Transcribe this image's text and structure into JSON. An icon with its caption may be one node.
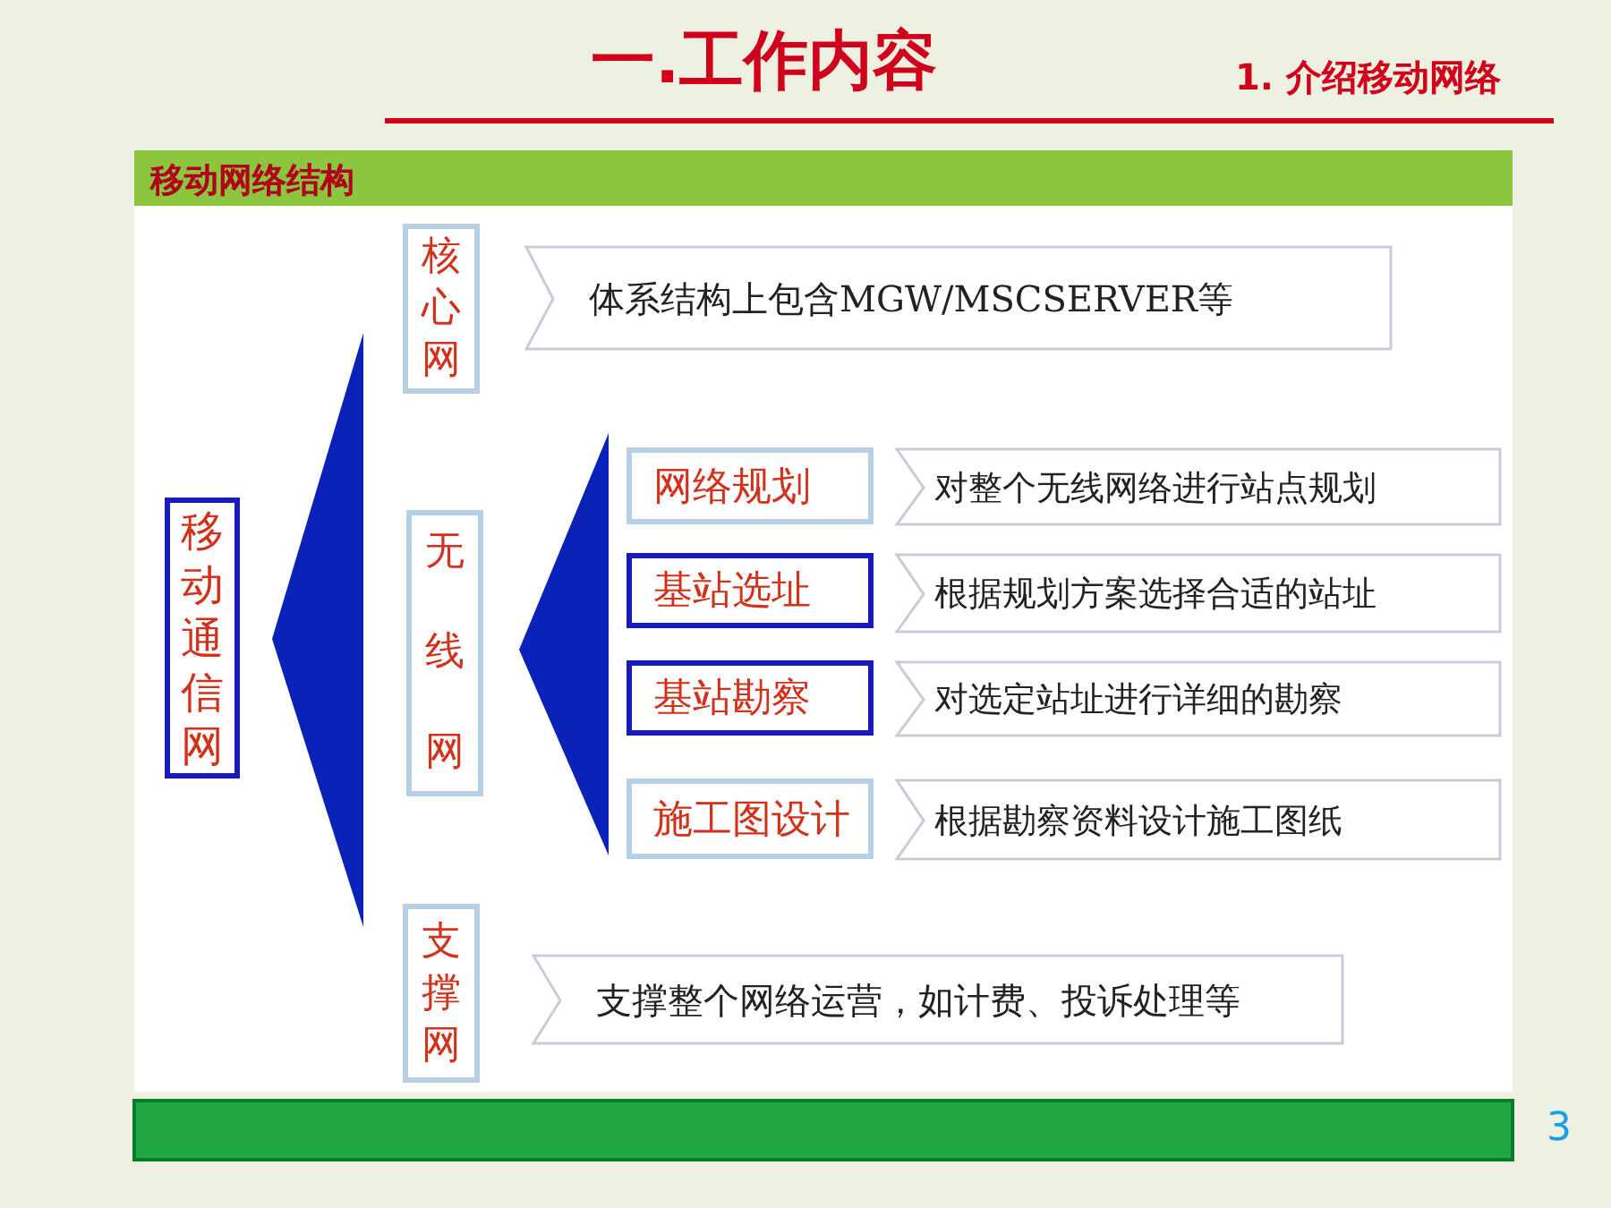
{
  "diagram": {
    "title": "一.工作内容",
    "nodes": [
      {
        "text": [
          "移动通信网"
        ]
      },
      {
        "text": [
          "核心网"
        ]
      },
      {
        "text": [
          "体系结构上包含MGW/MSCSERVER等"
        ]
      },
      {
        "text": [
          "无线网"
        ]
      },
      {
        "text": [
          "网络规划"
        ]
      },
      {
        "text": [
          "对整个无线网络进行站点规划"
        ]
      },
      {
        "text": [
          "基站选址"
        ]
      },
      {
        "text": [
          "根据规划方案选择合适的站址"
        ]
      },
      {
        "text": [
          "基站勘察"
        ]
      },
      {
        "text": [
          "对选定站址进行详细的勘察"
        ]
      },
      {
        "text": [
          "施工图设计"
        ]
      },
      {
        "text": [
          "根据勘察资料设计施工图纸"
        ]
      },
      {
        "text": [
          "支撑网"
        ]
      },
      {
        "text": [
          "支撑整个网络运营，如计费、投诉处理等"
        ]
      },
      {
        "text": [],
        "shape": "triangle"
      },
      {
        "text": [],
        "shape": "triangle"
      }
    ],
    "labels": [
      "1. 介绍移动网络",
      "移动网络结构",
      "3"
    ]
  }
}
